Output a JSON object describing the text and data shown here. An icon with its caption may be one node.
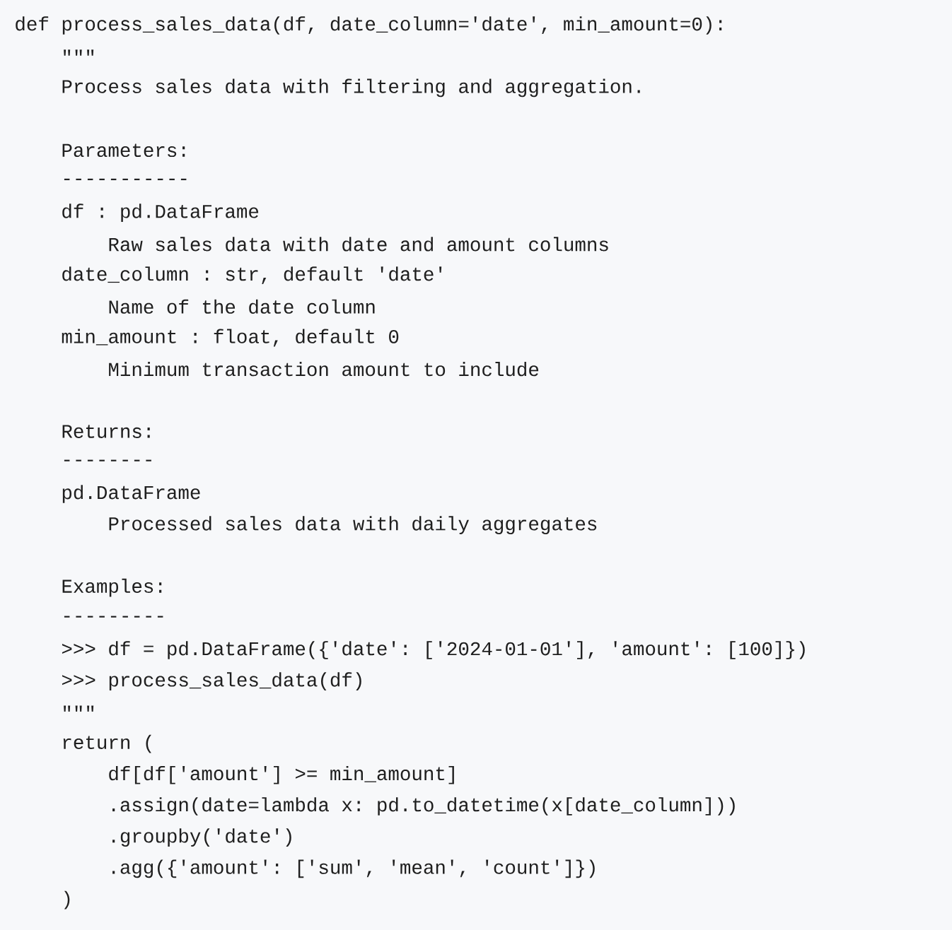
{
  "diagram": {
    "labels": [
      "def process_sales_data(df, date_column='date', min_amount=0):",
      "\"\"\"",
      "Process sales data with filtering and aggregation.",
      "Parameters:",
      "-----------",
      "df : pd.DataFrame",
      "Raw sales data with date and amount columns",
      "date_column : str, default 'date'",
      "Name of the date column",
      "min_amount : float, default 0",
      "Minimum transaction amount to include",
      "Returns:",
      "--------",
      "pd.DataFrame",
      "Processed sales data with daily aggregates",
      "Examples:",
      "---------",
      ">>> df = pd.DataFrame({'date': ['2024-01-01'], 'amount': [100]})",
      ">>> process_sales_data(df)",
      "\"\"\"",
      "return (",
      "df[df['amount'] >= min_amount]",
      ".assign(date=lambda x: pd.to_datetime(x[date_column]))",
      ".groupby('date')",
      ".agg({'amount': ['sum', 'mean', 'count']})",
      ")"
    ]
  }
}
